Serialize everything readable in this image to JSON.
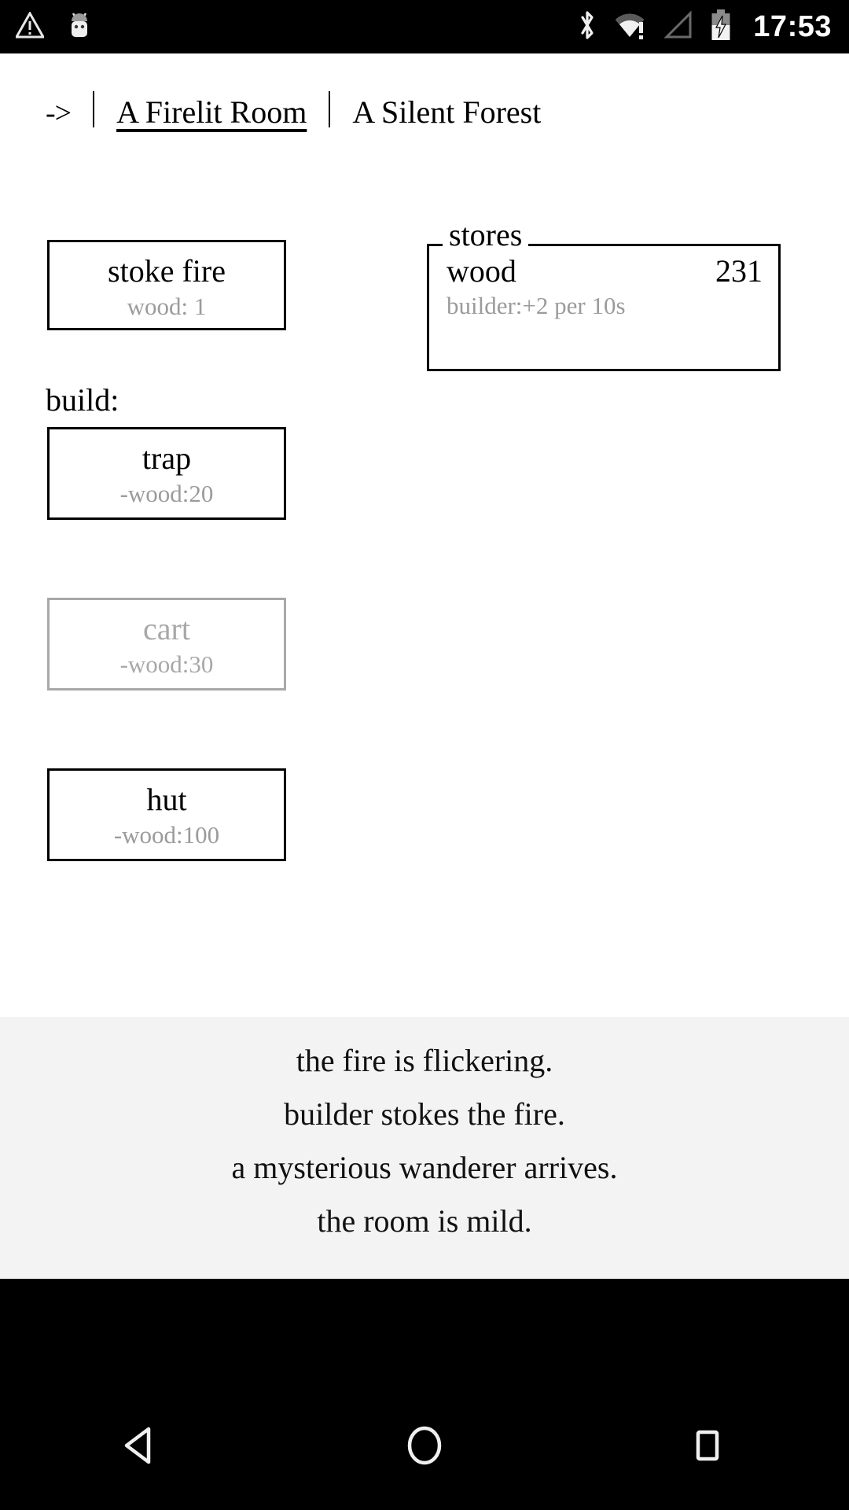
{
  "statusbar": {
    "icons_left": [
      "warning-triangle-icon",
      "android-bug-icon"
    ],
    "icons_right": [
      "bluetooth-icon",
      "wifi-warning-icon",
      "cell-signal-none-icon",
      "battery-charging-icon"
    ],
    "clock": "17:53"
  },
  "header": {
    "arrow": "->",
    "separator": "|",
    "tabs": [
      {
        "label": "A Firelit Room",
        "active": true
      },
      {
        "label": "A Silent Forest",
        "active": false
      }
    ]
  },
  "main": {
    "stoke": {
      "label": "stoke fire",
      "cost": "wood: 1",
      "disabled": false
    },
    "build_label": "build:",
    "build_buttons": [
      {
        "label": "trap",
        "cost": "-wood:20",
        "disabled": false
      },
      {
        "label": "cart",
        "cost": "-wood:30",
        "disabled": true
      },
      {
        "label": "hut",
        "cost": "-wood:100",
        "disabled": false
      }
    ],
    "stores": {
      "legend": "stores",
      "rows": [
        {
          "name": "wood",
          "value": "231",
          "note": "builder:+2 per 10s"
        }
      ]
    }
  },
  "log": {
    "lines": [
      "the fire is flickering.",
      "builder stokes the fire.",
      "a mysterious wanderer arrives.",
      "the room is mild."
    ]
  },
  "navbar": {
    "back": "back-triangle-icon",
    "home": "home-circle-icon",
    "recents": "recents-square-icon"
  },
  "colors": {
    "background": "#ffffff",
    "text": "#000000",
    "muted": "#9b9b9b",
    "disabled": "#a8a8a8",
    "log_background": "#f3f3f3",
    "system_bar": "#000000"
  }
}
